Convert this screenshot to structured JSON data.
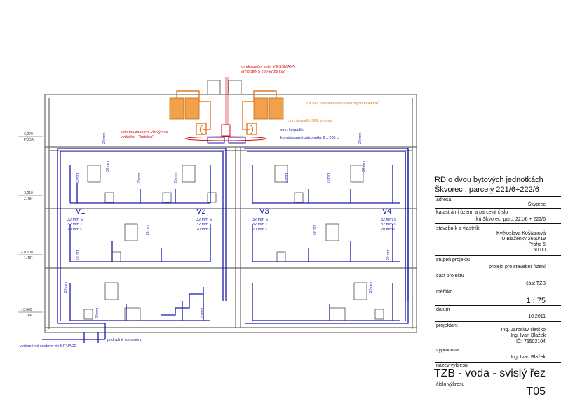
{
  "drawing": {
    "boiler": [
      "kondenzační kotel VIESSMANN",
      "VITODENS 200-W 26 kW"
    ],
    "solar": "2 x SOL sestava dvou deskových kolektorů",
    "sol_pump": "cirk. čerpadlo SOL ohřevu",
    "scheme": [
      "schema zapojení viz výkres",
      "vytápění - \"kotelna\""
    ],
    "circ_pump": "cirk. čerpadlo",
    "tanks": "kombinované zásobníky 2 x 200 L",
    "levels": [
      {
        "h": "+ 6,270",
        "n": "PŮDA"
      },
      {
        "h": "+ 3,210",
        "n": "2. NP"
      },
      {
        "h": "+ 0,000",
        "n": "1. NP"
      },
      {
        "h": "- 3,060",
        "n": "1. PP"
      }
    ],
    "risers": [
      "V1",
      "V2",
      "V3",
      "V4"
    ],
    "riser_specs": [
      "32 mm  S",
      "32 mm  T",
      "20 mm  C"
    ],
    "pipe_label_20": "20 mm",
    "pipe_label_32": "32 mm",
    "watermeter": "vodoměrná sestava viz SITUACE",
    "submeters": "podružné vodoměry",
    "colors": {
      "water": "#1a1ab0",
      "heating": "#e07b1c",
      "boiler": "#d01010",
      "wall": "#6a6a6a"
    }
  },
  "titleblock": {
    "title_lines": [
      "RD o dvou bytových jednotkách",
      "Škvorec , parcely  221/6+222/6"
    ],
    "address_lbl": "adresa",
    "address_val": "Škvorec",
    "cadastre_lbl": "katastrální území a parcelní číslo",
    "cadastre_val": "kú Škvorec, parc. 221/6 + 222/6",
    "owner_lbl": "stavebník a vlastník",
    "owner_val": [
      "Květoslava Košťanová",
      "U Blaženky 2660/19",
      "Praha 5",
      "150 00"
    ],
    "stage_lbl": "stupeň projektu",
    "stage_val": "projekt pro stavební řízení",
    "part_lbl": "část projektu",
    "part_val": "část TZB",
    "scale_lbl": "měřítko",
    "scale_val": "1 : 75",
    "date_lbl": "datum",
    "date_val": "10.2011",
    "designer_lbl": "projektant",
    "designer_val": [
      "Ing. Jaroslav Illetško",
      "Ing. Ivan Blažek",
      "IČ: 76502104"
    ],
    "drawn_lbl": "vypracoval",
    "drawn_val": "Ing. Ivan Blažek",
    "name_lbl": "název výkresu",
    "name_val": "TZB - voda - svislý řez",
    "num_lbl": "číslo výkresu",
    "num_val": "T05"
  }
}
